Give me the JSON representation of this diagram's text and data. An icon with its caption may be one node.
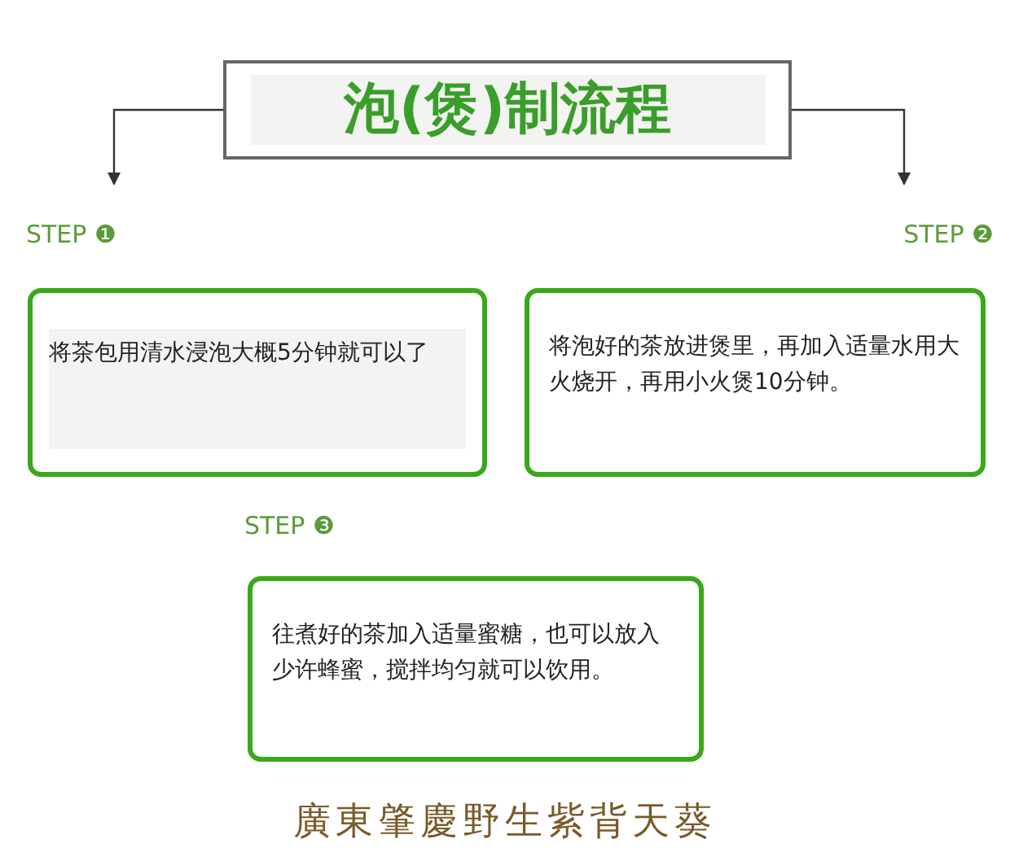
{
  "diagram": {
    "nodes": [
      {
        "text": [
          "泡(煲)制流程"
        ]
      },
      {
        "text": [
          "STEP ❶"
        ]
      },
      {
        "text": [
          "STEP ❷"
        ]
      },
      {
        "text": [
          "将茶包用清水浸泡大概5分钟就可以了"
        ]
      },
      {
        "text": [
          "将泡好的茶放进煲里，再加入适量水用大火烧开，再用小火煲10分钟。"
        ]
      },
      {
        "text": [
          "往煮好的茶加入适量蜜糖，也可以放入少许蜂蜜，搅拌均匀就可以饮用。"
        ]
      }
    ],
    "edges": [
      {
        "from": 0,
        "to": 1,
        "arrow": "to"
      },
      {
        "from": 0,
        "to": 2,
        "arrow": "to"
      }
    ],
    "labels": [
      "STEP ❸",
      "廣東肇慶野生紫背天葵"
    ]
  }
}
